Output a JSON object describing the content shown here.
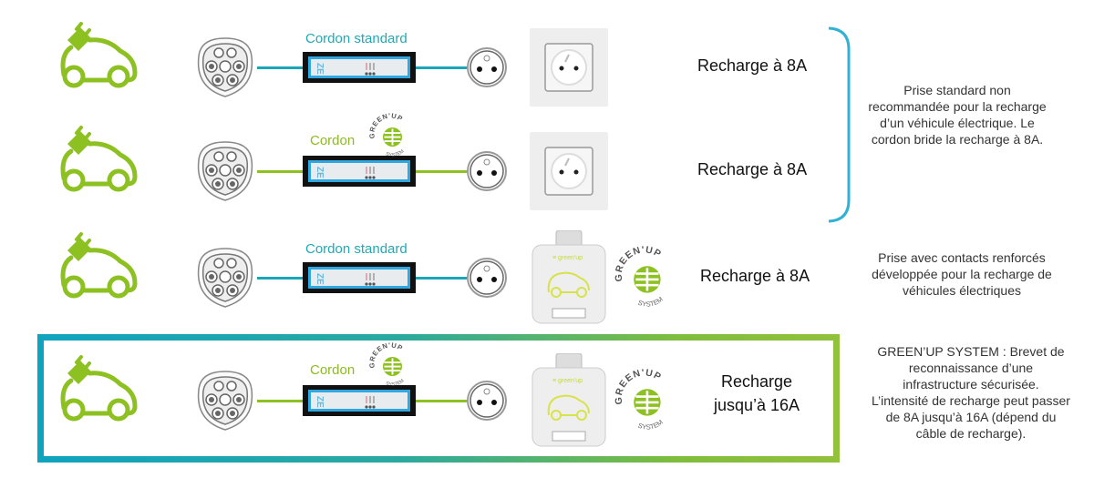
{
  "colors": {
    "teal": "#19a6b8",
    "green": "#8dc021",
    "bracket": "#2fb2d6"
  },
  "rows": [
    {
      "cable_label": "Cordon standard",
      "cable_type": "standard",
      "outlet": "standard-wall-socket",
      "recharge": "Recharge à 8A",
      "greenup_logo_on_cable": false,
      "greenup_logo_on_outlet": false
    },
    {
      "cable_label": "Cordon",
      "cable_type": "greenup",
      "outlet": "standard-wall-socket",
      "recharge": "Recharge à 8A",
      "greenup_logo_on_cable": true,
      "greenup_logo_on_outlet": false
    },
    {
      "cable_label": "Cordon standard",
      "cable_type": "standard",
      "outlet": "greenup-socket",
      "recharge": "Recharge à 8A",
      "greenup_logo_on_cable": false,
      "greenup_logo_on_outlet": true
    },
    {
      "cable_label": "Cordon",
      "cable_type": "greenup",
      "outlet": "greenup-socket",
      "recharge_line1": "Recharge",
      "recharge_line2": "jusqu’à 16A",
      "greenup_logo_on_cable": true,
      "greenup_logo_on_outlet": true,
      "highlighted": true
    }
  ],
  "descriptions": {
    "standard_socket": [
      "Prise standard non",
      "recommandée pour la recharge",
      "d’un véhicule électrique. Le",
      "cordon bride la recharge à 8A."
    ],
    "greenup_socket": [
      "Prise avec contacts renforcés",
      "développée pour la recharge de",
      "véhicules électriques"
    ],
    "greenup_system": [
      "GREEN’UP SYSTEM : Brevet de",
      "reconnaissance d’une",
      "infrastructure sécurisée.",
      "L’intensité de recharge peut passer",
      "de 8A jusqu’à 16A (dépend du",
      "câble de recharge)."
    ]
  },
  "logo": {
    "top": "GREEN'UP",
    "bottom": "SYSTEM"
  },
  "cable_box": {
    "brand": "ZE"
  }
}
